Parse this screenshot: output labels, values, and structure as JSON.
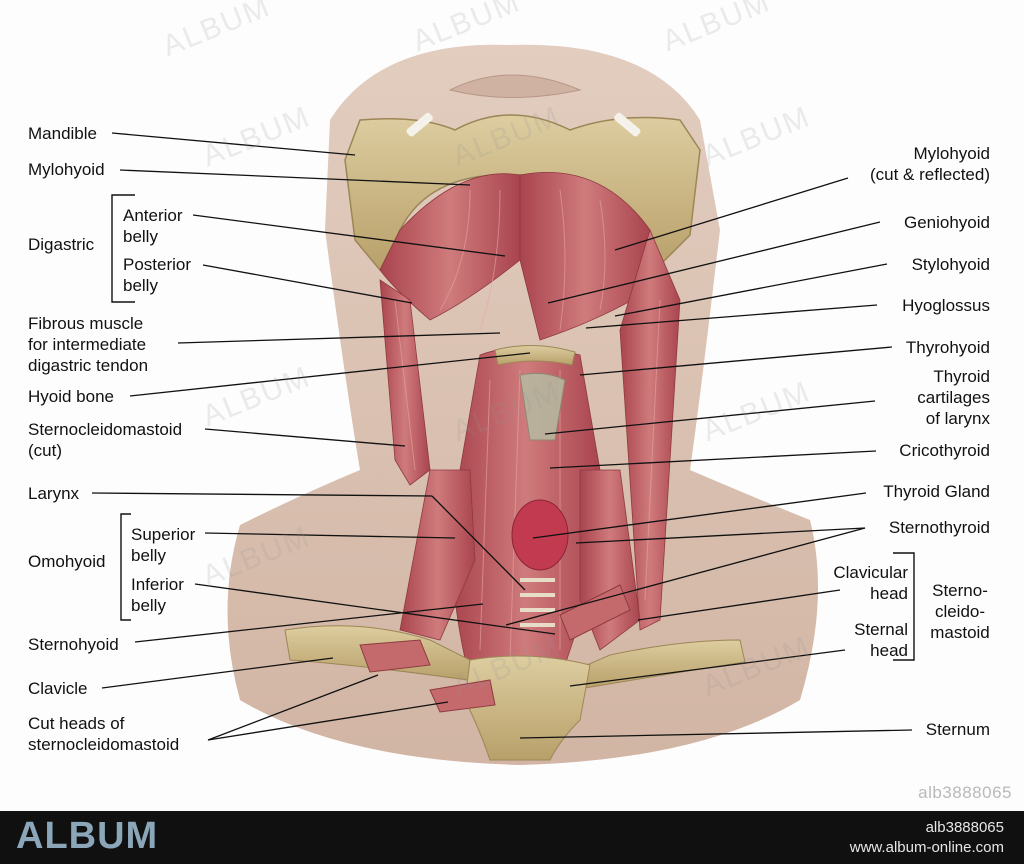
{
  "labels": {
    "mandible": "Mandible",
    "mylohyoid": "Mylohyoid",
    "digastric": "Digastric",
    "anterior_belly": "Anterior\nbelly",
    "posterior_belly": "Posterior\nbelly",
    "fibrous": "Fibrous muscle\nfor intermediate\ndigastric tendon",
    "hyoid": "Hyoid bone",
    "scm_cut": "Sternocleidomastoid\n(cut)",
    "larynx": "Larynx",
    "omohyoid": "Omohyoid",
    "superior_belly": "Superior\nbelly",
    "inferior_belly": "Inferior\nbelly",
    "sternohyoid": "Sternohyoid",
    "clavicle": "Clavicle",
    "cut_heads": "Cut heads of\nsternocleidomastoid",
    "mylohyoid_cut": "Mylohyoid\n(cut & reflected)",
    "geniohyoid": "Geniohyoid",
    "stylohyoid": "Stylohyoid",
    "hyoglossus": "Hyoglossus",
    "thyrohyoid": "Thyrohyoid",
    "thyroid_cartilages": "Thyroid\ncartilages\nof larynx",
    "cricothyroid": "Cricothyroid",
    "thyroid_gland": "Thyroid Gland",
    "sternothyroid": "Sternothyroid",
    "clavicular_head": "Clavicular\nhead",
    "sternal_head": "Sternal\nhead",
    "sternocleidomastoid": "Sterno-\ncleido-\nmastoid",
    "sternum": "Sternum"
  },
  "watermark": "ALBUM",
  "image_id_stamp": "alb3888065",
  "footer": {
    "logo": "ALBUM",
    "image_id": "alb3888065",
    "url": "www.album-online.com"
  },
  "colors": {
    "muscle": "#b85a60",
    "bone": "#cdb98a",
    "skin": "#dcc3b3",
    "thyroid": "#c23a4f",
    "footer_bg": "#101010"
  }
}
